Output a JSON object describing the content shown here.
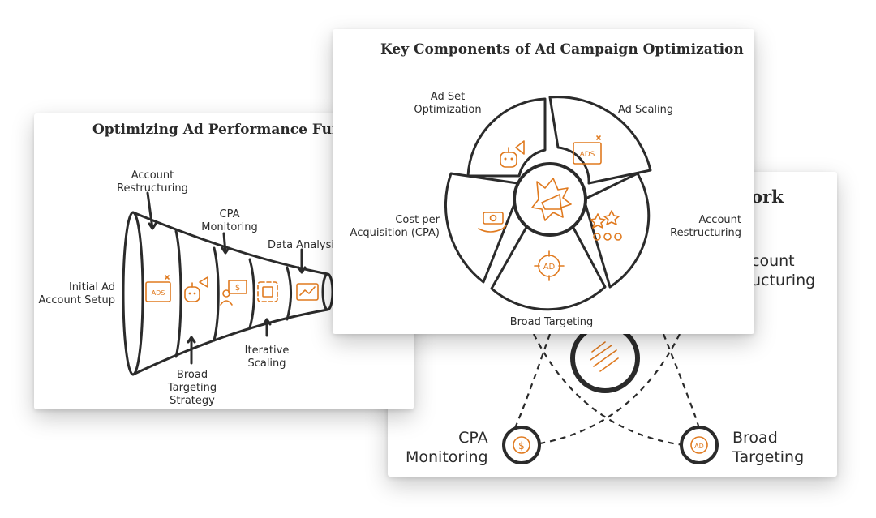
{
  "back_card": {
    "title_fragment": "work",
    "account_restructuring": "count\nucturing",
    "cpa_monitoring": "CPA\nMonitoring",
    "broad_targeting": "Broad\nTargeting",
    "icon_names": [
      "stripes-icon",
      "money-cycle-icon",
      "ad-target-icon"
    ]
  },
  "funnel_card": {
    "title": "Optimizing Ad Performance Fun",
    "labels": {
      "initial_ad_account_setup": "Initial Ad\nAccount Setup",
      "account_restructuring": "Account\nRestructuring",
      "cpa_monitoring": "CPA\nMonitoring",
      "data_analysis": "Data Analysis",
      "broad_targeting_strategy": "Broad\nTargeting\nStrategy",
      "iterative_scaling": "Iterative\nScaling"
    },
    "stage_icons": [
      "ads-icon",
      "robot-megaphone-icon",
      "monitor-dollar-user-icon",
      "scan-frame-icon",
      "trend-line-icon"
    ],
    "accent_color": "#e07a1f"
  },
  "pie_card": {
    "title": "Key Components of Ad Campaign Optimization",
    "labels": {
      "ad_set_optimization": "Ad Set\nOptimization",
      "ad_scaling": "Ad Scaling",
      "account_restructuring": "Account\nRestructuring",
      "broad_targeting": "Broad Targeting",
      "cost_per_acquisition": "Cost per\nAcquisition (CPA)"
    },
    "segment_icons": [
      "robot-megaphone-icon",
      "ads-icon",
      "stars-people-icon",
      "ad-target-icon",
      "cash-hand-icon"
    ],
    "center_icon": "megaphone-burst-icon",
    "accent_color": "#e07a1f"
  }
}
